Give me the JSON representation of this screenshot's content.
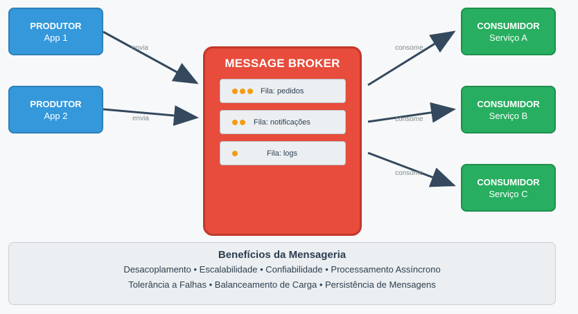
{
  "producers": [
    {
      "role": "PRODUTOR",
      "name": "App 1"
    },
    {
      "role": "PRODUTOR",
      "name": "App 2"
    }
  ],
  "consumers": [
    {
      "role": "CONSUMIDOR",
      "name": "Serviço A"
    },
    {
      "role": "CONSUMIDOR",
      "name": "Serviço B"
    },
    {
      "role": "CONSUMIDOR",
      "name": "Serviço C"
    }
  ],
  "broker": {
    "title": "MESSAGE BROKER",
    "queues": [
      {
        "label": "Fila: pedidos",
        "dots": 3
      },
      {
        "label": "Fila: notificações",
        "dots": 2
      },
      {
        "label": "Fila: logs",
        "dots": 1
      }
    ]
  },
  "edges": {
    "produce_label": "envia",
    "consume_label": "consome"
  },
  "benefits": {
    "title": "Benefícios da Mensageria",
    "line1": "Desacoplamento • Escalabilidade • Confiabilidade • Processamento Assíncrono",
    "line2": "Tolerância a Falhas • Balanceamento de Carga • Persistência de Mensagens"
  },
  "colors": {
    "producer": "#3498db",
    "consumer": "#27ae60",
    "broker": "#e74c3c",
    "message_dot": "#f39c12",
    "arrow": "#34495e"
  }
}
